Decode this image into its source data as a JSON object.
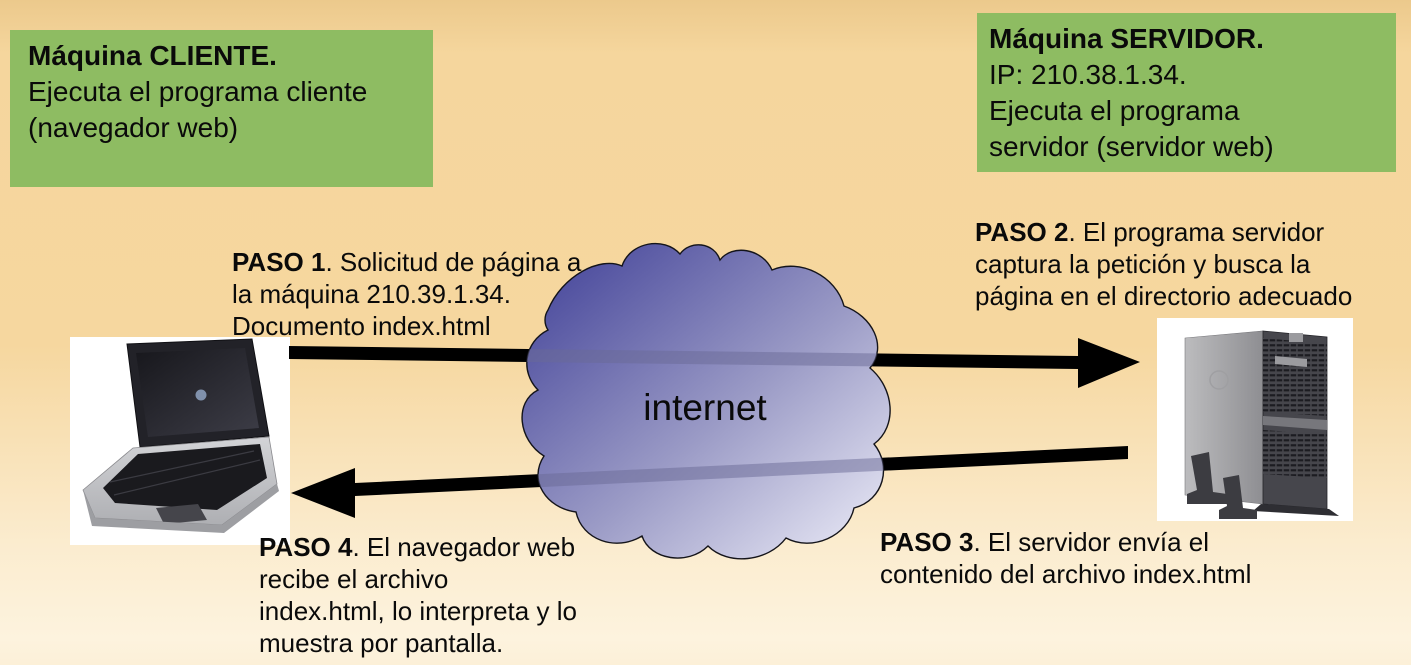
{
  "diagram_title_implicit": "Client-server web request diagram",
  "client_box": {
    "title": "Máquina CLIENTE.",
    "lines": [
      "Ejecuta el programa cliente",
      "(navegador web)"
    ]
  },
  "server_box": {
    "title": "Máquina SERVIDOR.",
    "lines": [
      "IP: 210.38.1.34.",
      "Ejecuta el programa",
      "servidor (servidor web)"
    ]
  },
  "steps": [
    {
      "label": "PASO 1",
      "rest": ". Solicitud de página a",
      "lines": [
        "la máquina 210.39.1.34.",
        "Documento index.html"
      ]
    },
    {
      "label": "PASO 2",
      "rest": ". El programa servidor",
      "lines": [
        "captura la petición y busca la",
        "página en el directorio adecuado"
      ]
    },
    {
      "label": "PASO 3",
      "rest": ". El servidor envía el",
      "lines": [
        "contenido del archivo index.html"
      ]
    },
    {
      "label": "PASO 4",
      "rest": ". El navegador web",
      "lines": [
        "recibe el archivo",
        "index.html, lo interpreta y lo",
        "muestra por pantalla."
      ]
    }
  ],
  "internet_label": "internet",
  "colors": {
    "box_green": "#8ebc62",
    "background_top": "#ecc98c",
    "background_bottom": "#fdf3de",
    "blob_dark": "#3d3d96",
    "blob_light": "#f0f0fa",
    "arrow": "#000000",
    "text": "#0a0a0a"
  }
}
